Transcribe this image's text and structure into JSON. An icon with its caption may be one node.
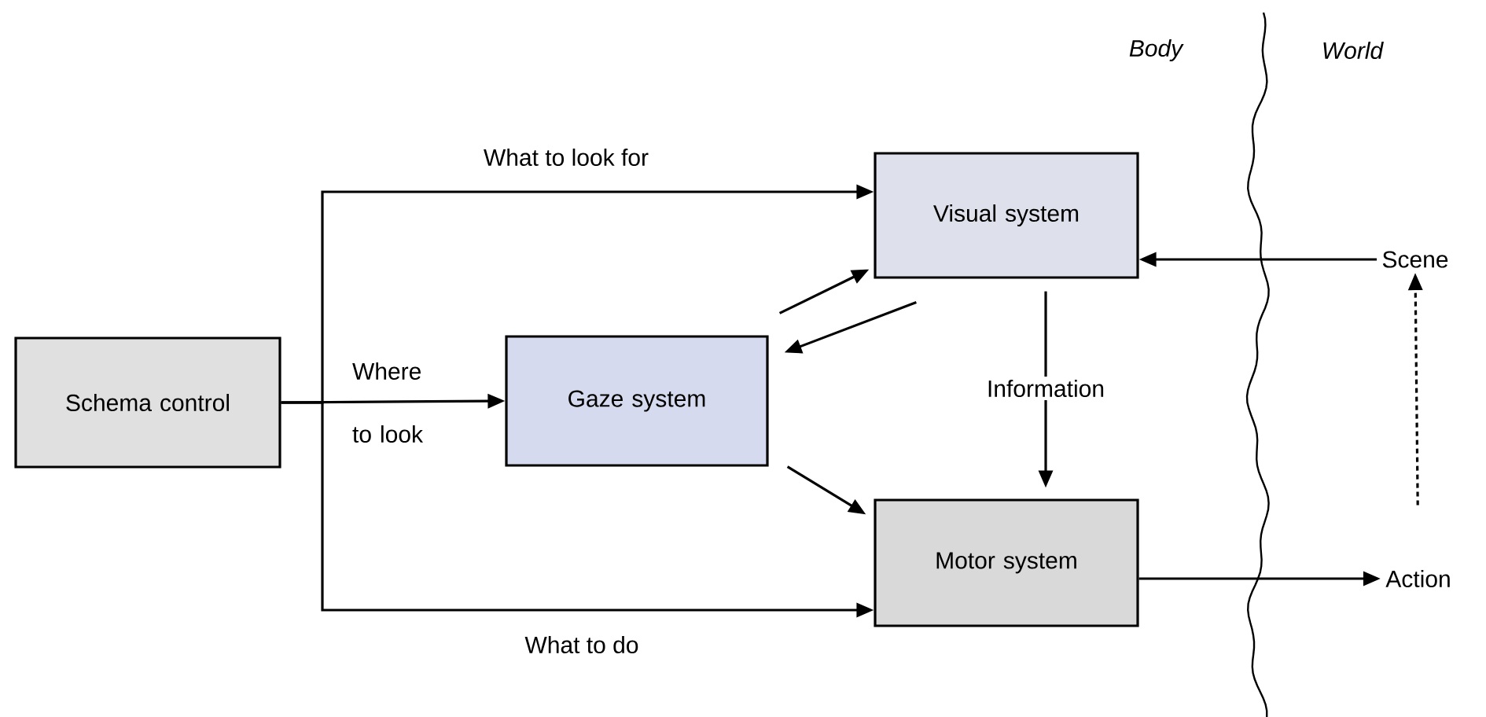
{
  "diagram": {
    "nodes": [
      {
        "text": [
          "Schema control"
        ]
      },
      {
        "text": [
          "Gaze system"
        ]
      },
      {
        "text": [
          "Visual system"
        ]
      },
      {
        "text": [
          "Motor system"
        ]
      },
      {
        "text": [
          "Scene"
        ]
      },
      {
        "text": [
          "Action"
        ]
      }
    ],
    "edges": [
      {
        "from": 0,
        "to": 2,
        "arrow": "to",
        "label": "What to look for"
      },
      {
        "from": 0,
        "to": 1,
        "arrow": "to",
        "label": "Where to look"
      },
      {
        "from": 0,
        "to": 3,
        "arrow": "to",
        "label": "What to do"
      },
      {
        "from": 1,
        "to": 2,
        "arrow": "to"
      },
      {
        "from": 2,
        "to": 1,
        "arrow": "to"
      },
      {
        "from": 1,
        "to": 3,
        "arrow": "to"
      },
      {
        "from": 2,
        "to": 3,
        "arrow": "to",
        "label": "Information"
      },
      {
        "from": 4,
        "to": 2,
        "arrow": "to"
      },
      {
        "from": 3,
        "to": 5,
        "arrow": "to"
      },
      {
        "from": 5,
        "to": 4,
        "arrow": "to",
        "style": "dashed"
      }
    ],
    "labels": [
      "Body",
      "World"
    ]
  }
}
